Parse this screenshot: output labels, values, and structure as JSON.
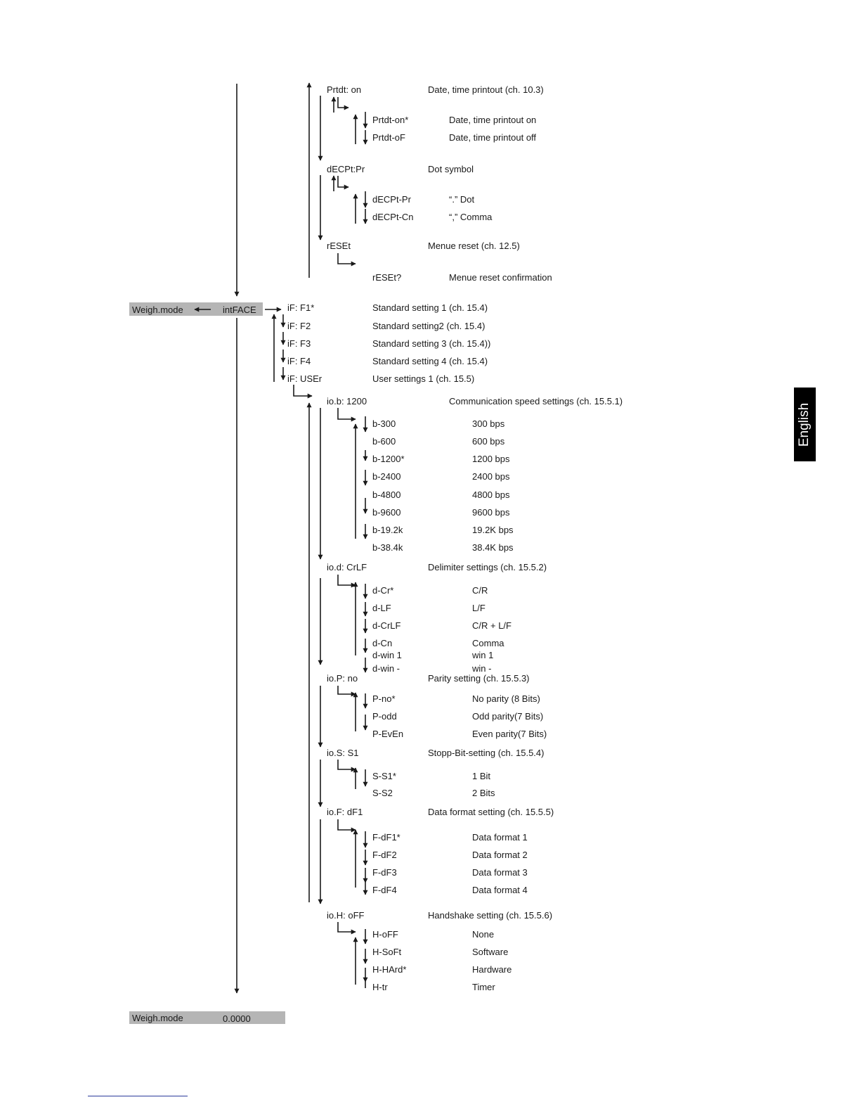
{
  "side_tab": {
    "label": "English"
  },
  "top": {
    "weigh_mode": "Weigh.mode",
    "intface": "intFACE"
  },
  "bottom": {
    "weigh_mode": "Weigh.mode",
    "value": "0.0000"
  },
  "upper_menu": [
    {
      "code": "Prtdt: on",
      "desc": "Date, time printout (ch. 10.3)",
      "options": [
        {
          "code": "Prtdt-on*",
          "desc": "Date, time printout on"
        },
        {
          "code": "Prtdt-oF",
          "desc": "Date, time printout off"
        }
      ]
    },
    {
      "code": "dECPt:Pr",
      "desc": "Dot symbol",
      "options": [
        {
          "code": "dECPt-Pr",
          "desc": "“.” Dot"
        },
        {
          "code": "dECPt-Cn",
          "desc": "“,” Comma"
        }
      ]
    },
    {
      "code": "rESEt",
      "desc": "Menue reset (ch. 12.5)",
      "options": [
        {
          "code": "rESEt?",
          "desc": "Menue reset confirmation"
        }
      ]
    }
  ],
  "if_options": [
    {
      "code": "iF: F1*",
      "desc": "Standard setting 1 (ch. 15.4)"
    },
    {
      "code": "iF: F2",
      "desc": "Standard setting2 (ch. 15.4)"
    },
    {
      "code": "iF: F3",
      "desc": "Standard setting 3 (ch. 15.4))"
    },
    {
      "code": "iF: F4",
      "desc": "Standard setting 4 (ch. 15.4)"
    },
    {
      "code": "iF: USEr",
      "desc": "User settings 1 (ch. 15.5)"
    }
  ],
  "user_menu": [
    {
      "code": "io.b: 1200",
      "desc": "Communication speed settings (ch. 15.5.1)",
      "options": [
        {
          "code": "b-300",
          "desc": "300 bps"
        },
        {
          "code": "b-600",
          "desc": "600 bps"
        },
        {
          "code": "b-1200*",
          "desc": "1200 bps"
        },
        {
          "code": "b-2400",
          "desc": "2400 bps"
        },
        {
          "code": "b-4800",
          "desc": "4800 bps"
        },
        {
          "code": "b-9600",
          "desc": "9600 bps"
        },
        {
          "code": "b-19.2k",
          "desc": "19.2K bps"
        },
        {
          "code": "b-38.4k",
          "desc": "38.4K bps"
        }
      ]
    },
    {
      "code": "io.d: CrLF",
      "desc": "Delimiter settings (ch. 15.5.2)",
      "options": [
        {
          "code": "d-Cr*",
          "desc": "C/R"
        },
        {
          "code": "d-LF",
          "desc": "L/F"
        },
        {
          "code": "d-CrLF",
          "desc": "C/R + L/F"
        },
        {
          "code": "d-Cn",
          "desc": "Comma"
        },
        {
          "code": "d-win 1",
          "desc": "win 1"
        },
        {
          "code": "d-win -",
          "desc": "win -"
        }
      ]
    },
    {
      "code": "io.P: no",
      "desc": "Parity setting (ch. 15.5.3)",
      "options": [
        {
          "code": "P-no*",
          "desc": "No parity (8 Bits)"
        },
        {
          "code": "P-odd",
          "desc": "Odd parity(7 Bits)"
        },
        {
          "code": "P-EvEn",
          "desc": "Even parity(7 Bits)"
        }
      ]
    },
    {
      "code": "io.S: S1",
      "desc": "Stopp-Bit-setting (ch. 15.5.4)",
      "options": [
        {
          "code": "S-S1*",
          "desc": "1 Bit"
        },
        {
          "code": "S-S2",
          "desc": "2 Bits"
        }
      ]
    },
    {
      "code": "io.F: dF1",
      "desc": "Data format setting (ch. 15.5.5)",
      "options": [
        {
          "code": "F-dF1*",
          "desc": "Data format 1"
        },
        {
          "code": "F-dF2",
          "desc": "Data format 2"
        },
        {
          "code": "F-dF3",
          "desc": "Data format 3"
        },
        {
          "code": "F-dF4",
          "desc": "Data format 4"
        }
      ]
    },
    {
      "code": "io.H: oFF",
      "desc": "Handshake setting (ch. 15.5.6)",
      "options": [
        {
          "code": "H-oFF",
          "desc": "None"
        },
        {
          "code": "H-SoFt",
          "desc": "Software"
        },
        {
          "code": "H-HArd*",
          "desc": "Hardware"
        },
        {
          "code": "H-tr",
          "desc": "Timer"
        }
      ]
    }
  ]
}
